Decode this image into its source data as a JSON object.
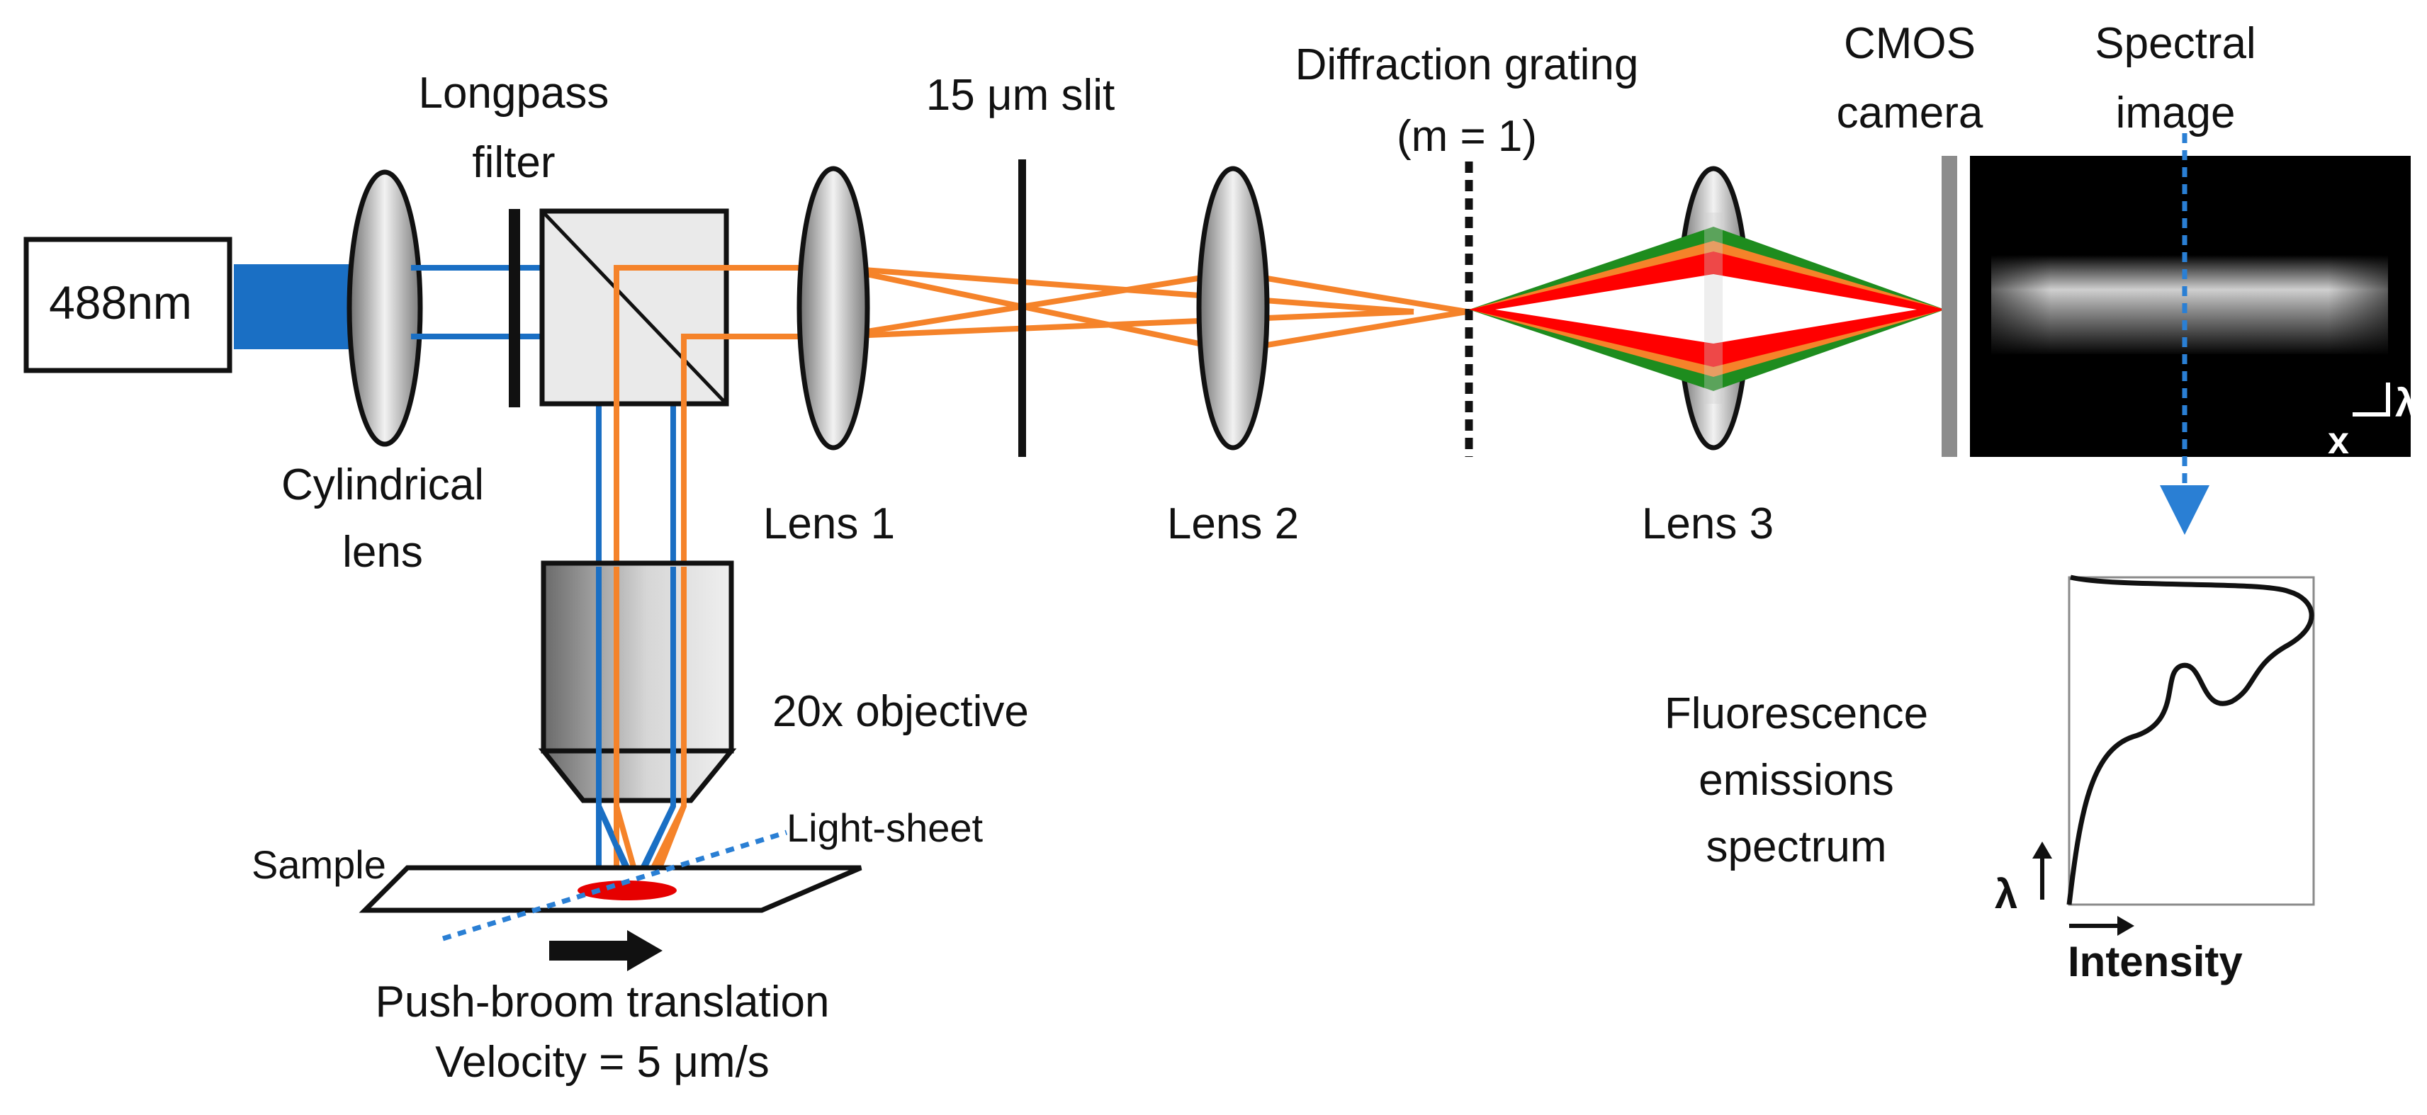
{
  "labels": {
    "laser": "488nm",
    "longpass_line1": "Longpass",
    "longpass_line2": "filter",
    "slit": "15 μm slit",
    "grating_line1": "Diffraction grating",
    "grating_line2": "(m = 1)",
    "cmos_line1": "CMOS",
    "cmos_line2": "camera",
    "spectral_line1": "Spectral",
    "spectral_line2": "image",
    "cyl_line1": "Cylindrical",
    "cyl_line2": "lens",
    "lens1": "Lens 1",
    "lens2": "Lens 2",
    "lens3": "Lens 3",
    "objective": "20x objective",
    "light_sheet": "Light-sheet",
    "sample": "Sample",
    "pushbroom_line1": "Push-broom translation",
    "pushbroom_line2": "Velocity = 5 μm/s",
    "fluor_line1": "Fluorescence",
    "fluor_line2": "emissions",
    "fluor_line3": "spectrum",
    "axis_lambda": "λ",
    "axis_x": "x",
    "intensity": "Intensity"
  },
  "colors": {
    "laser_blue": "#1a6fc4",
    "emission_orange": "#f5832a",
    "red": "#ff0000",
    "green": "#1e8c1e",
    "dotted_blue": "#2a7fd4"
  }
}
